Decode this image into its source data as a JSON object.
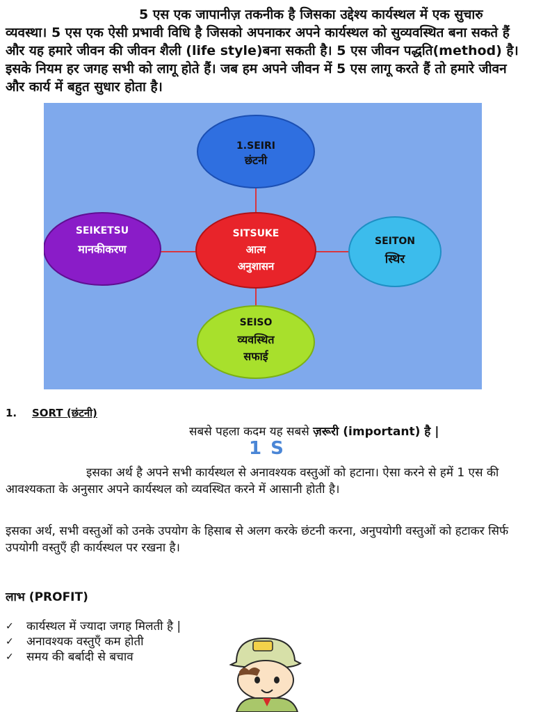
{
  "intro": {
    "text": "5 एस एक जापानीज़ तकनीक है जिसका उद्देश्य कार्यस्थल में एक सुचारु व्यवस्था। 5 एस एक ऐसी प्रभावी विधि है जिसको अपनाकर अपने कार्यस्थल को सुव्यवस्थित बना सकते हैं और यह हमारे जीवन की जीवन शैली (life style)बना सकती है। 5 एस जीवन पद्धति(method) है। इसके नियम हर जगह सभी को लागू होते हैं। जब हम अपने जीवन में 5 एस लागू करते हैं तो हमारे जीवन और कार्य में बहुत सुधार होता है।"
  },
  "diagram": {
    "background": "#7fa9ec",
    "nodes": {
      "top": {
        "title": "1.SEIRI",
        "subtitle": "छंटनी",
        "color": "#2f6fe0"
      },
      "right": {
        "title": "SEITON",
        "subtitle": "स्थिर",
        "color": "#3cbcec"
      },
      "bottom": {
        "title": "SEISO",
        "subtitle_line1": "व्यवस्थित",
        "subtitle_line2": "सफाई",
        "color": "#a8e02c"
      },
      "left": {
        "title": "SEIKETSU",
        "subtitle": "मानकीकरण",
        "color": "#8a1cc8"
      },
      "center": {
        "title": "SITSUKE",
        "subtitle_line1": "आत्म",
        "subtitle_line2": "अनुशासन",
        "color": "#e8242a"
      }
    }
  },
  "section": {
    "number": "1.",
    "title": "SORT (छंटनी)",
    "important_prefix": "सबसे पहला कदम यह सबसे",
    "important_bold": "ज़रूरी (important) है |"
  },
  "heading_1s": "1 S",
  "para1": "इसका अर्थ है अपने सभी कार्यस्थल से अनावश्यक वस्तुओं को हटाना। ऐसा करने से हमें 1 एस की आवश्यकता के अनुसार अपने कार्यस्थल को व्यवस्थित करने में आसानी होती है।",
  "para2": "इसका अर्थ, सभी वस्तुओं को उनके उपयोग के हिसाब से अलग करके छंटनी करना, अनुपयोगी वस्तुओं को हटाकर सिर्फ उपयोगी वस्तुएँ ही कार्यस्थल पर रखना है।",
  "profit_title": "लाभ (PROFIT)",
  "profits": [
    "कार्यस्थल में ज्यादा जगह मिलती है |",
    "अनावश्यक वस्तुएँ कम होती",
    "समय की बर्बादी से बचाव"
  ]
}
